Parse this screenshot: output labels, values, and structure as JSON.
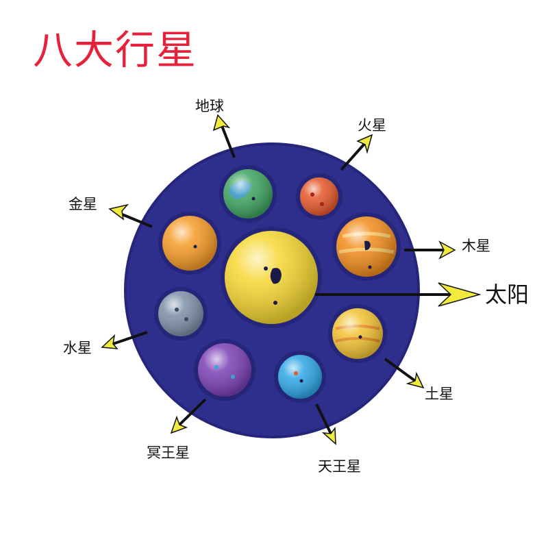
{
  "title": "八大行星",
  "colors": {
    "title": "#e8213a",
    "board": "#2e2e8c",
    "arrow_line": "#111111",
    "arrow_head": "#f2ea3c"
  },
  "sun": {
    "label": "太阳",
    "color": "#f5d630"
  },
  "planets": [
    {
      "id": "earth",
      "label": "地球",
      "color": "#3fa360"
    },
    {
      "id": "mars",
      "label": "火星",
      "color": "#e5582b"
    },
    {
      "id": "venus",
      "label": "金星",
      "color": "#f59a26"
    },
    {
      "id": "jupiter",
      "label": "木星",
      "color": "#f28c1c"
    },
    {
      "id": "mercury",
      "label": "水星",
      "color": "#7d8ea6"
    },
    {
      "id": "saturn",
      "label": "土星",
      "color": "#f2c233"
    },
    {
      "id": "pluto",
      "label": "冥王星",
      "color": "#7b3fb5"
    },
    {
      "id": "uranus",
      "label": "天王星",
      "color": "#2ea6e6"
    }
  ]
}
